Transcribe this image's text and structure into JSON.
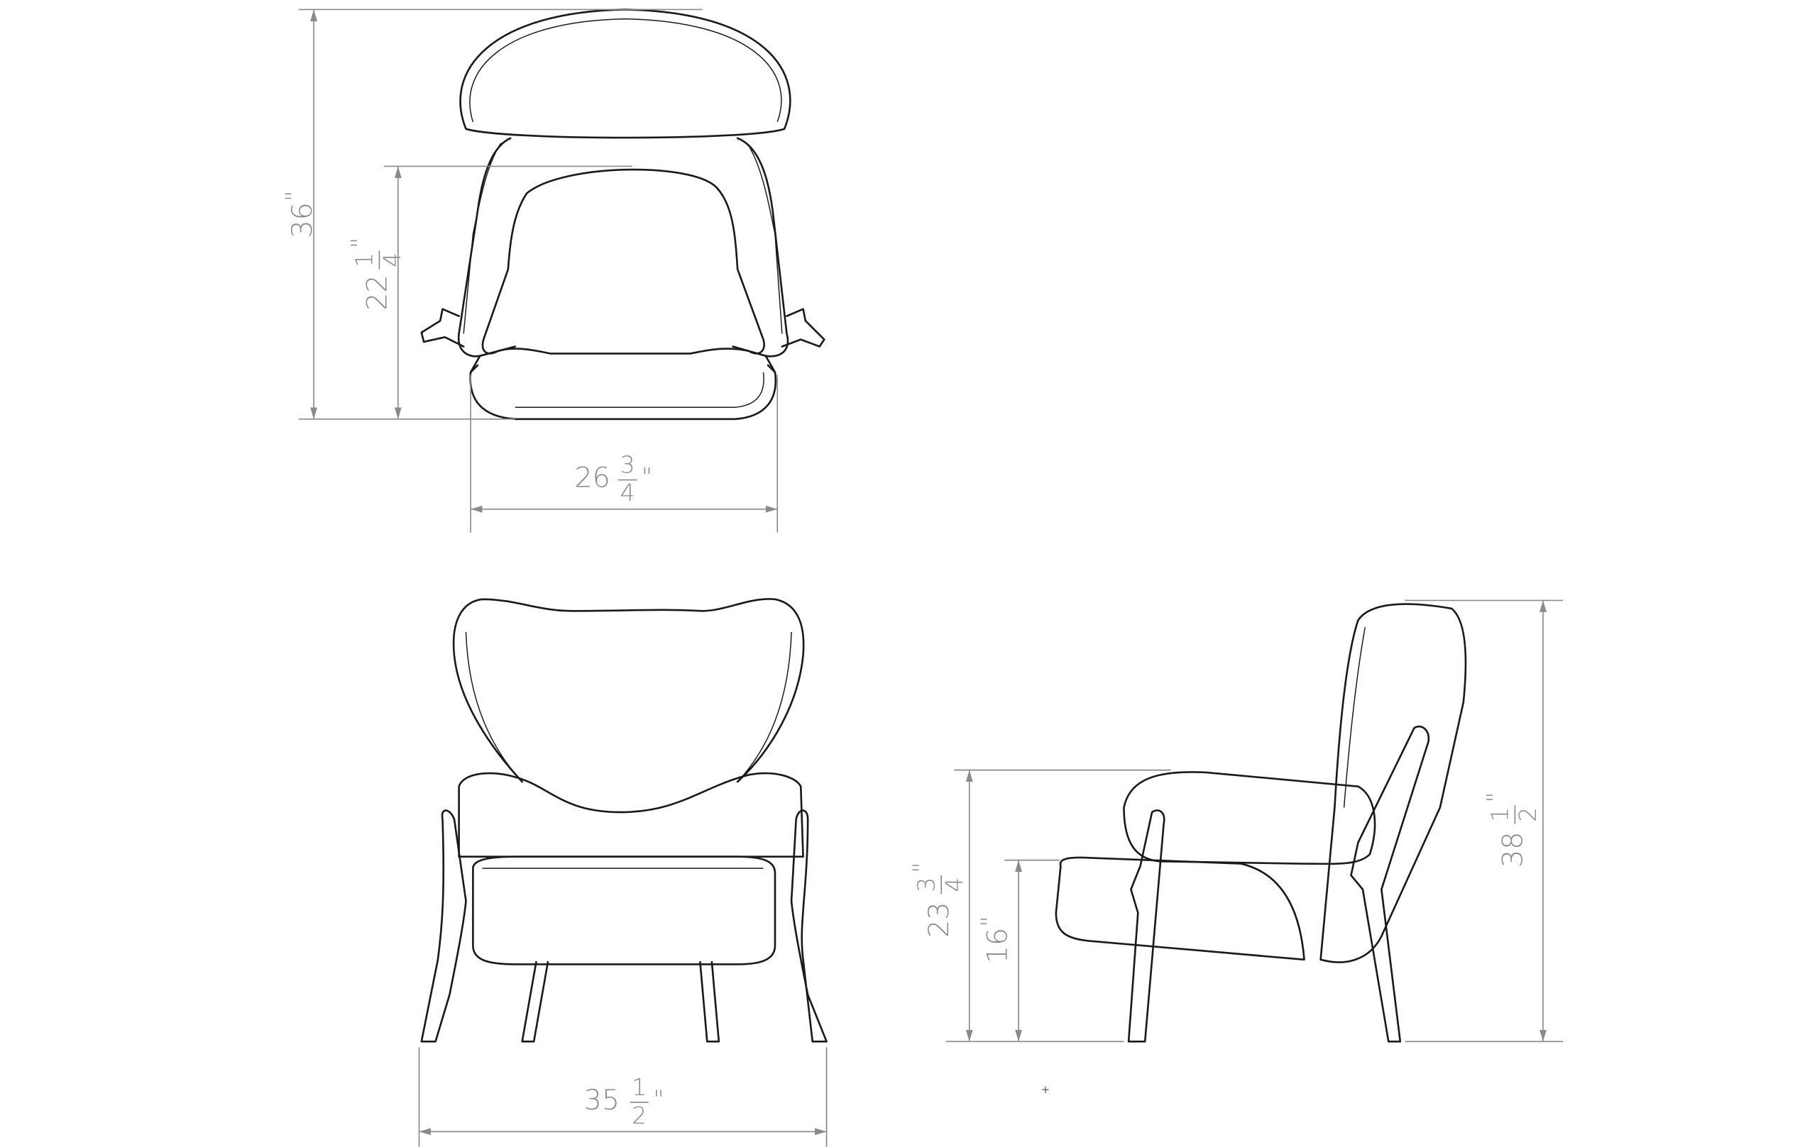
{
  "drawing": {
    "views": [
      "top",
      "front",
      "side"
    ],
    "line_color": "#1a1a1a",
    "dimension_color": "#8a8a8a"
  },
  "dimensions": {
    "overall_depth": {
      "whole": "36",
      "unit": "\""
    },
    "seat_depth": {
      "whole": "22",
      "num": "1",
      "den": "4",
      "unit": "\""
    },
    "base_width": {
      "whole": "26",
      "num": "3",
      "den": "4",
      "unit": "\""
    },
    "overall_width": {
      "whole": "35",
      "num": "1",
      "den": "2",
      "unit": "\""
    },
    "arm_height": {
      "whole": "23",
      "num": "3",
      "den": "4",
      "unit": "\""
    },
    "seat_height": {
      "whole": "16",
      "unit": "\""
    },
    "overall_height": {
      "whole": "38",
      "num": "1",
      "den": "2",
      "unit": "\""
    }
  },
  "misc": {
    "center_mark": "+"
  }
}
